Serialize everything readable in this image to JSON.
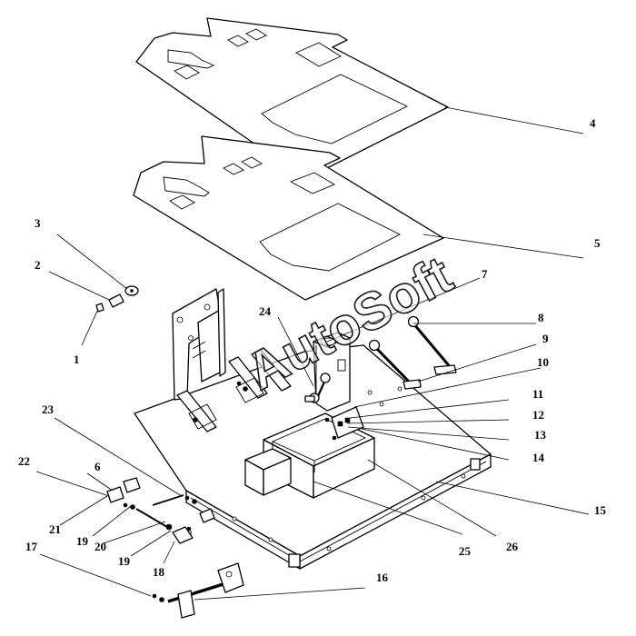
{
  "watermark": "AutoSoft",
  "callouts": [
    "1",
    "2",
    "3",
    "4",
    "5",
    "6",
    "7",
    "8",
    "9",
    "10",
    "11",
    "12",
    "13",
    "14",
    "15",
    "16",
    "17",
    "18",
    "19",
    "19",
    "20",
    "21",
    "22",
    "23",
    "24",
    "25",
    "26"
  ]
}
